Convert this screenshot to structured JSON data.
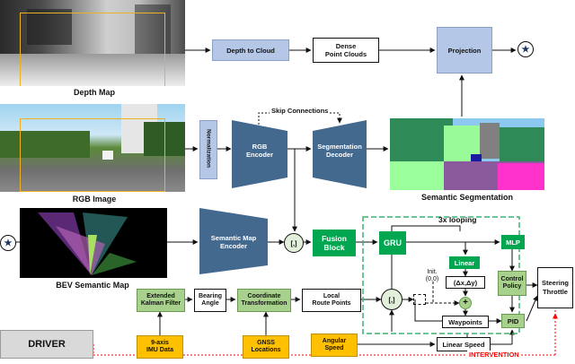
{
  "images": {
    "depth_map": "Depth Map",
    "rgb_image": "RGB Image",
    "bev_map": "BEV Semantic Map",
    "semantic_seg": "Semantic Segmentation"
  },
  "nodes": {
    "depth_to_cloud": "Depth to Cloud",
    "dense_point_clouds": "Dense\nPoint Clouds",
    "projection": "Projection",
    "normalization": "Normalization",
    "rgb_encoder": "RGB\nEncoder",
    "seg_decoder": "Segmentation\nDecoder",
    "skip_connections": "Skip Connections",
    "sem_map_encoder": "Semantic Map\nEncoder",
    "concat1": "[,]",
    "fusion_block": "Fusion\nBlock",
    "looping": "3x looping",
    "gru": "GRU",
    "mlp": "MLP",
    "linear": "Linear",
    "delta": "(Δx,Δy)",
    "plus": "+",
    "init": "Init.\n(0,0)",
    "concat2": "[,]",
    "waypoints": "Waypoints",
    "control_policy": "Control\nPolicy",
    "pid": "PID",
    "steering_throttle": "Steering\nThrottle",
    "ekf": "Extended\nKalman Filter",
    "bearing_angle": "Bearing\nAngle",
    "coord_transform": "Coordinate\nTransformation",
    "local_route": "Local\nRoute Points",
    "imu_data": "9-axis\nIMU Data",
    "gnss": "GNSS\nLocations",
    "angular_speed": "Angular\nSpeed",
    "linear_speed": "Linear Speed",
    "driver": "DRIVER",
    "intervention": "INTERVENTION",
    "star": "★"
  },
  "colors": {
    "blue_box": "#b4c7e7",
    "trapezoid": "#44698f",
    "green": "#00a650",
    "light_green": "#a9d18e",
    "orange": "#ffc000",
    "gray": "#d9d9d9",
    "red": "#ff0000",
    "dashed_green": "#3cb371"
  }
}
